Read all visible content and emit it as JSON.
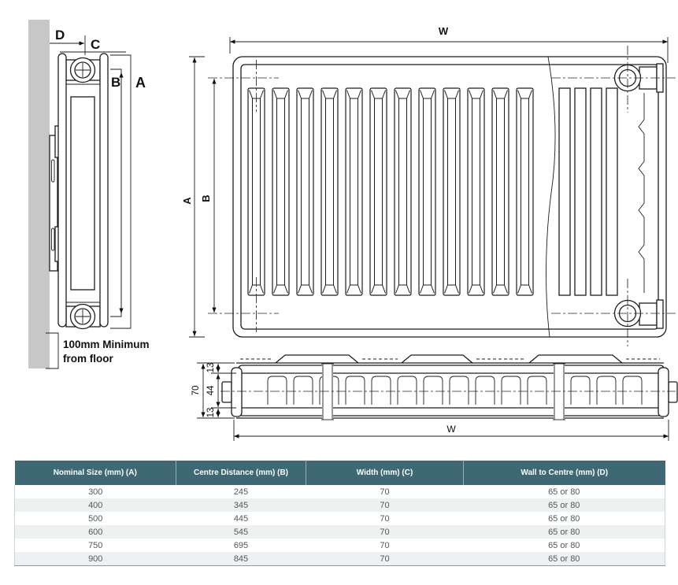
{
  "drawing": {
    "side_view": {
      "dim_d": "D",
      "dim_c": "C",
      "dim_b": "B",
      "dim_a": "A",
      "floor_note": {
        "line1": "100mm Minimum",
        "line2": "from floor"
      }
    },
    "front_view": {
      "dim_w": "W",
      "dim_a": "A",
      "dim_b": "B"
    },
    "section_view": {
      "dim_top": "13",
      "dim_middle": "44",
      "dim_bottom": "13",
      "dim_overall": "70",
      "dim_w": "W"
    }
  },
  "table": {
    "columns": [
      "Nominal Size (mm) (A)",
      "Centre Distance (mm) (B)",
      "Width (mm) (C)",
      "Wall to Centre (mm) (D)"
    ],
    "rows": [
      [
        "300",
        "245",
        "70",
        "65 or 80"
      ],
      [
        "400",
        "345",
        "70",
        "65 or 80"
      ],
      [
        "500",
        "445",
        "70",
        "65 or 80"
      ],
      [
        "600",
        "545",
        "70",
        "65 or 80"
      ],
      [
        "750",
        "695",
        "70",
        "65 or 80"
      ],
      [
        "900",
        "845",
        "70",
        "65 or 80"
      ]
    ]
  },
  "colors": {
    "header_bg": "#3d6874",
    "header_text": "#ffffff",
    "row_alt": "#eef1f2",
    "line": "#1d1d1b",
    "wall": "#c7c7c7"
  }
}
